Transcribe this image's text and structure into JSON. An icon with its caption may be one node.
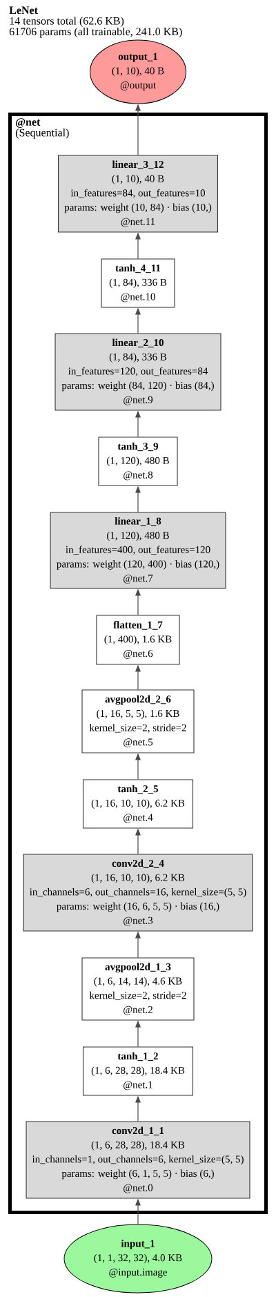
{
  "diagram": {
    "title": "LeNet",
    "nodes": [
      {
        "text": [
          "output_1",
          "(1, 10), 40 B",
          "@output"
        ]
      },
      {
        "text": [
          "@net",
          "(Sequential)"
        ]
      },
      {
        "text": [
          "linear_3_12",
          "(1, 10), 40 B",
          "in_features=84, out_features=10",
          "params: weight (10, 84) · bias (10,)",
          "@net.11"
        ],
        "in": 1
      },
      {
        "text": [
          "tanh_4_11",
          "(1, 84), 336 B",
          "@net.10"
        ],
        "in": 1
      },
      {
        "text": [
          "linear_2_10",
          "(1, 84), 336 B",
          "in_features=120, out_features=84",
          "params: weight (84, 120) · bias (84,)",
          "@net.9"
        ],
        "in": 1
      },
      {
        "text": [
          "tanh_3_9",
          "(1, 120), 480 B",
          "@net.8"
        ],
        "in": 1
      },
      {
        "text": [
          "linear_1_8",
          "(1, 120), 480 B",
          "in_features=400, out_features=120",
          "params: weight (120, 400) · bias (120,)",
          "@net.7"
        ],
        "in": 1
      },
      {
        "text": [
          "flatten_1_7",
          "(1, 400), 1.6 KB",
          "@net.6"
        ],
        "in": 1
      },
      {
        "text": [
          "avgpool2d_2_6",
          "(1, 16, 5, 5), 1.6 KB",
          "kernel_size=2, stride=2",
          "@net.5"
        ],
        "in": 1
      },
      {
        "text": [
          "tanh_2_5",
          "(1, 16, 10, 10), 6.2 KB",
          "@net.4"
        ],
        "in": 1
      },
      {
        "text": [
          "conv2d_2_4",
          "(1, 16, 10, 10), 6.2 KB",
          "in_channels=6, out_channels=16, kernel_size=(5, 5)",
          "params: weight (16, 6, 5, 5) · bias (16,)",
          "@net.3"
        ],
        "in": 1
      },
      {
        "text": [
          "avgpool2d_1_3",
          "(1, 6, 14, 14), 4.6 KB",
          "kernel_size=2, stride=2",
          "@net.2"
        ],
        "in": 1
      },
      {
        "text": [
          "tanh_1_2",
          "(1, 6, 28, 28), 18.4 KB",
          "@net.1"
        ],
        "in": 1
      },
      {
        "text": [
          "conv2d_1_1",
          "(1, 6, 28, 28), 18.4 KB",
          "in_channels=1, out_channels=6, kernel_size=(5, 5)",
          "params: weight (6, 1, 5, 5) · bias (6,)",
          "@net.0"
        ],
        "in": 1
      },
      {
        "text": [
          "input_1",
          "(1, 1, 32, 32), 4.0 KB",
          "@input.image"
        ]
      }
    ],
    "edges": [
      {
        "from": 2,
        "to": 0,
        "arrow": "to"
      },
      {
        "from": 3,
        "to": 2,
        "arrow": "to"
      },
      {
        "from": 4,
        "to": 3,
        "arrow": "to"
      },
      {
        "from": 5,
        "to": 4,
        "arrow": "to"
      },
      {
        "from": 6,
        "to": 5,
        "arrow": "to"
      },
      {
        "from": 7,
        "to": 6,
        "arrow": "to"
      },
      {
        "from": 8,
        "to": 7,
        "arrow": "to"
      },
      {
        "from": 9,
        "to": 8,
        "arrow": "to"
      },
      {
        "from": 10,
        "to": 9,
        "arrow": "to"
      },
      {
        "from": 11,
        "to": 10,
        "arrow": "to"
      },
      {
        "from": 12,
        "to": 11,
        "arrow": "to"
      },
      {
        "from": 13,
        "to": 12,
        "arrow": "to"
      },
      {
        "from": 14,
        "to": 13,
        "arrow": "to"
      }
    ],
    "labels": [
      "14 tensors total (62.6 KB)",
      "61706 params (all trainable, 241.0 KB)"
    ]
  }
}
